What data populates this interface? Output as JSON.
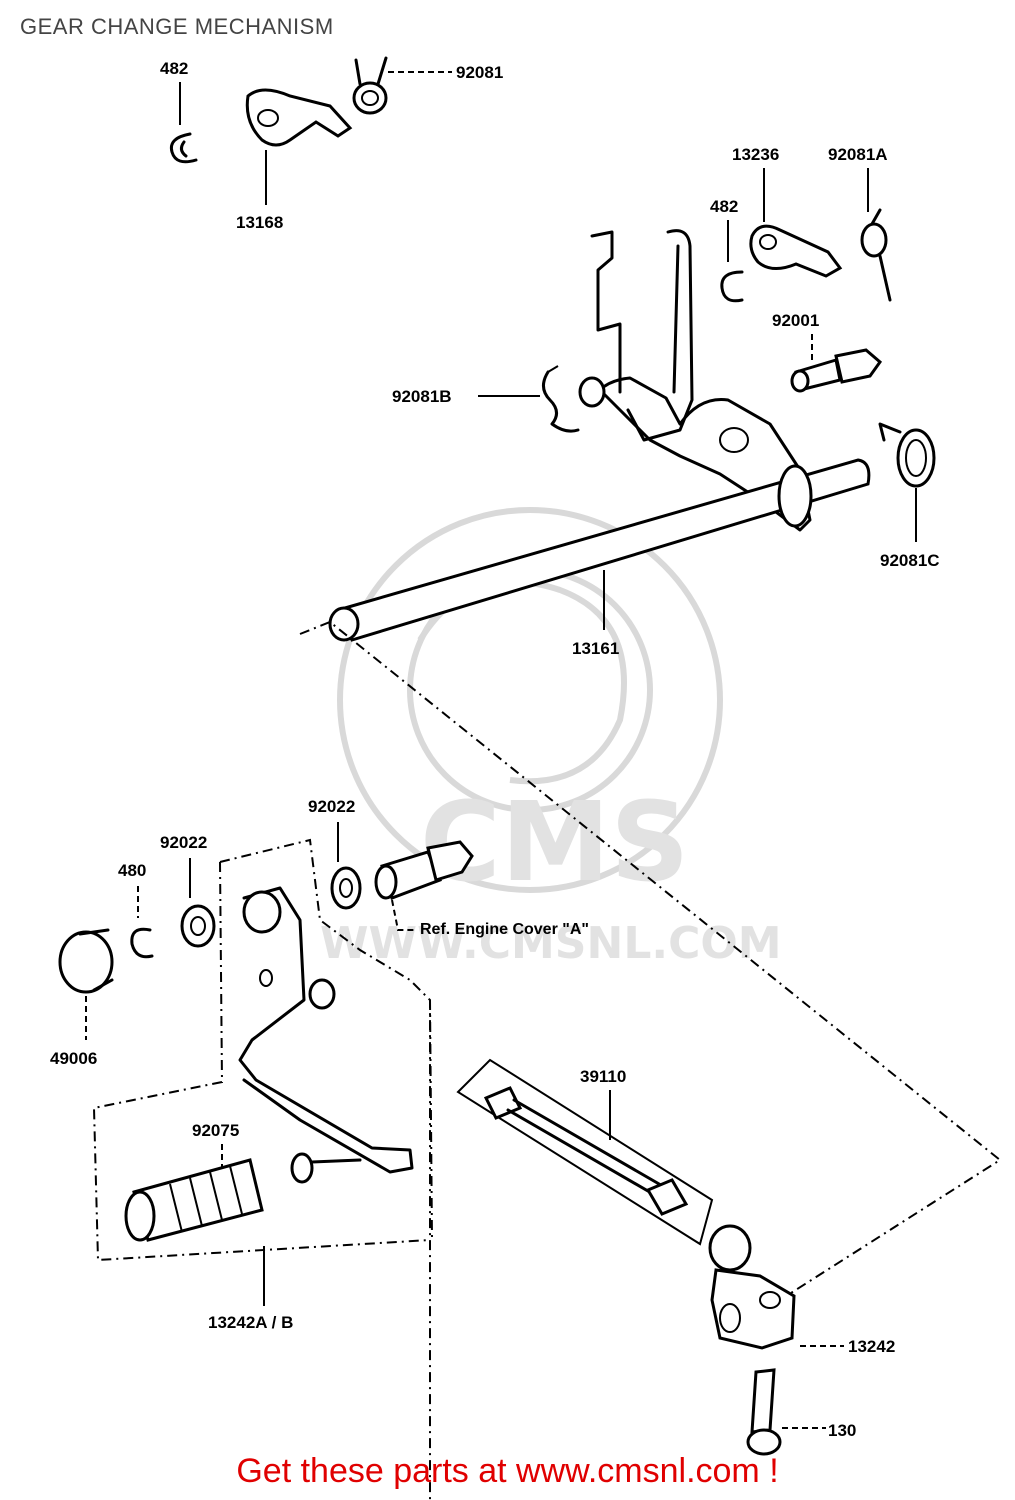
{
  "title": "GEAR CHANGE MECHANISM",
  "footer": "Get these parts at www.cmsnl.com !",
  "watermark": {
    "brand": "CMS",
    "url": "WWW.CMSNL.COM"
  },
  "callouts": {
    "p482_top": "482",
    "p13168": "13168",
    "p92081": "92081",
    "p13236": "13236",
    "p92081A": "92081A",
    "p482_mid": "482",
    "p92001": "92001",
    "p92081B": "92081B",
    "p92081C": "92081C",
    "p13161": "13161",
    "p92022_a": "92022",
    "p92022_b": "92022",
    "p480": "480",
    "p49006": "49006",
    "p39110": "39110",
    "p92075": "92075",
    "p13242AB": "13242A / B",
    "p13242": "13242",
    "p130": "130",
    "ref_note": "Ref.  Engine Cover \"A\""
  },
  "colors": {
    "footer": "#e00000",
    "title": "#444444",
    "watermark": "#d9d9d9"
  }
}
